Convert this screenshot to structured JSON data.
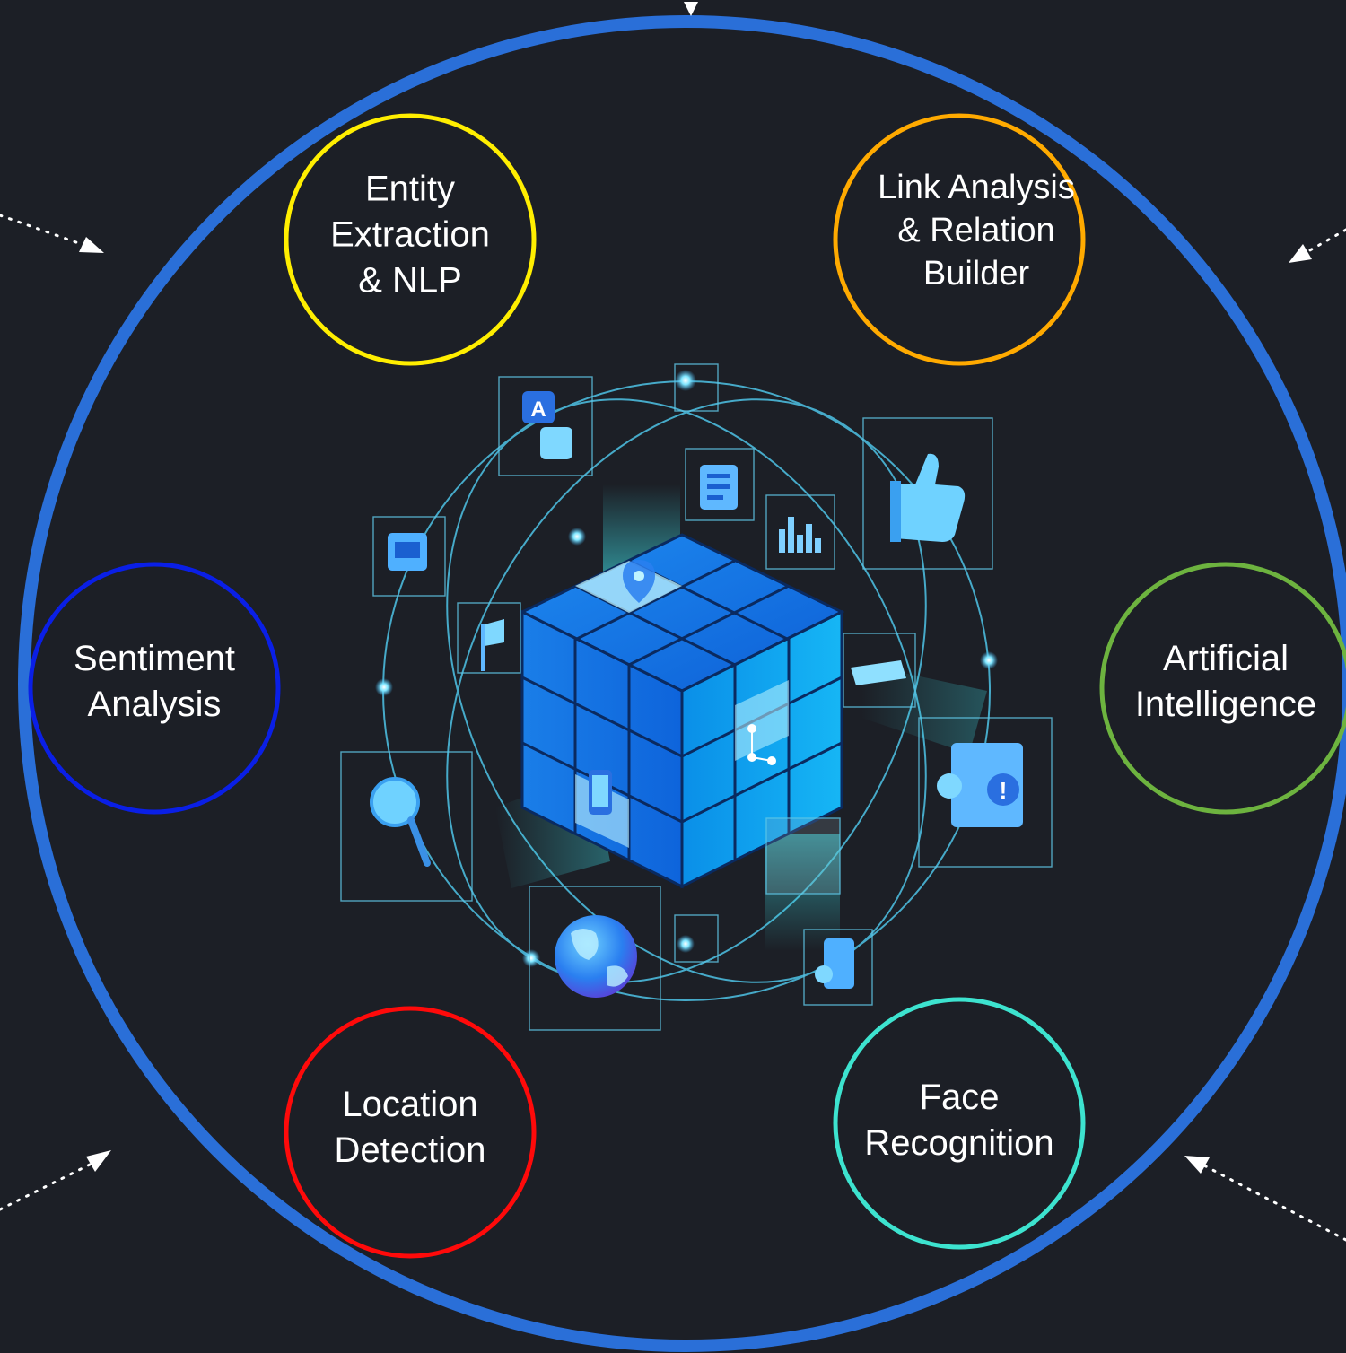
{
  "diagram": {
    "colors": {
      "background": "#1c1f26",
      "outer_ring": "#2a6fd8",
      "orbit": "#4ec3e6",
      "cube_dark": "#0a5fd6",
      "cube_light": "#1aa3f5",
      "arrow": "#ffffff"
    },
    "center_graphic": "data-cube-with-orbiting-icons",
    "nodes": [
      {
        "id": "entity",
        "lines": [
          "Entity",
          "Extraction",
          "& NLP"
        ],
        "color": "#ffee00"
      },
      {
        "id": "link",
        "lines": [
          "Link Analysis",
          "& Relation",
          "Builder"
        ],
        "color": "#ffaa00"
      },
      {
        "id": "sentiment",
        "lines": [
          "Sentiment",
          "Analysis"
        ],
        "color": "#0a1fe6"
      },
      {
        "id": "ai",
        "lines": [
          "Artificial",
          "Intelligence"
        ],
        "color": "#6db33f"
      },
      {
        "id": "location",
        "lines": [
          "Location",
          "Detection"
        ],
        "color": "#ff0a0a"
      },
      {
        "id": "face",
        "lines": [
          "Face",
          "Recognition"
        ],
        "color": "#3de3cf"
      }
    ],
    "orbit_icons": [
      "translate-icon",
      "document-icon",
      "bar-chart-icon",
      "thumbs-up-icon",
      "flag-icon",
      "keyboard-icon",
      "magnifier-icon",
      "alert-card-icon",
      "globe-icon",
      "checklist-icon",
      "location-pin-icon",
      "smartphone-icon",
      "network-icon"
    ]
  }
}
